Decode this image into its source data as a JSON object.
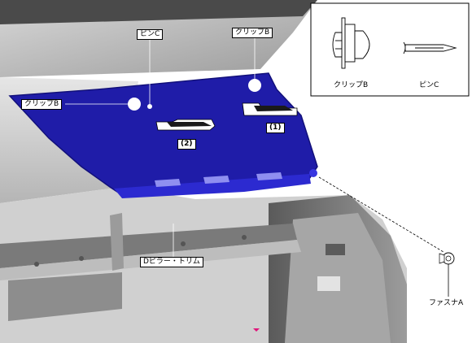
{
  "labels": {
    "pin_c": "ピンC",
    "clip_b_top": "クリップB",
    "clip_b_left": "クリップB",
    "num_1": "(1)",
    "num_2": "(2)",
    "d_pillar_trim": "Dピラー・トリム",
    "fastener_a": "ファスナA"
  },
  "inset": {
    "clip_b": "クリップB",
    "pin_c": "ピンC"
  },
  "colors": {
    "trim": "#1f1ca8",
    "trim_dark": "#12107a",
    "body_gray": "#c9c9c9",
    "body_dark": "#6f6f6f",
    "accent": "#e0147a"
  }
}
